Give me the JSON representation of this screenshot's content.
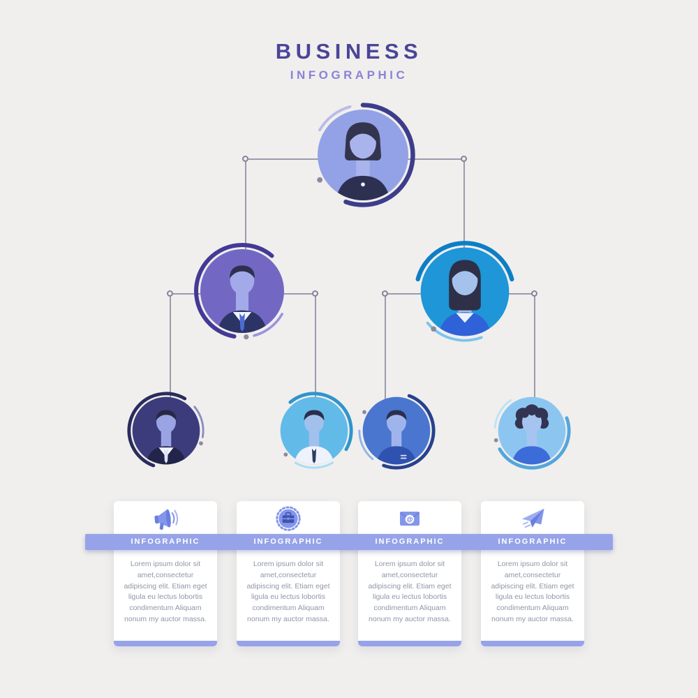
{
  "title": {
    "main": "BUSINESS",
    "sub": "INFOGRAPHIC"
  },
  "colors": {
    "background": "#f0efed",
    "title": "#4a4597",
    "subtitle": "#8a82d8",
    "band": "#97a3e8",
    "connector": "#9b9bae",
    "card_text": "#9096a6"
  },
  "orgchart": {
    "nodes": [
      {
        "role": "level-1-ceo",
        "person": "woman-bob",
        "circle": "#93a2e6",
        "ring": "#3d3d8c",
        "ring2": "#b9bce8",
        "skin": "#aab4ec",
        "hair": "#33344e",
        "shirt": "#2e3052"
      },
      {
        "role": "level-2-left",
        "person": "man-suit",
        "circle": "#7268c4",
        "ring": "#433a96",
        "ring2": "#9a92dc",
        "skin": "#a2aaea",
        "hair": "#2f3050",
        "shirt": "#2c3466",
        "tie": "#4a6cd4"
      },
      {
        "role": "level-2-right",
        "person": "woman-long",
        "circle": "#1e96d8",
        "ring": "#0d7ec6",
        "ring2": "#7cc4ec",
        "skin": "#a4c2ec",
        "hair": "#2e3048",
        "shirt": "#2f62d8"
      },
      {
        "role": "level-3-a",
        "person": "man-suit-dark",
        "circle": "#3c3c7c",
        "ring": "#2b2b5c",
        "ring2": "#8c8cc0",
        "skin": "#9aa4e4",
        "hair": "#272842",
        "shirt": "#23244a",
        "tie": "#dde4f8"
      },
      {
        "role": "level-3-b",
        "person": "man-suit-light",
        "circle": "#62bae8",
        "ring": "#2f95cc",
        "ring2": "#a8dcf4",
        "skin": "#a2c0ec",
        "hair": "#2c2e4c",
        "shirt": "#eef2fa",
        "tie": "#2c3a64"
      },
      {
        "role": "level-3-c",
        "person": "man-plain",
        "circle": "#4a76d0",
        "ring": "#28418e",
        "ring2": "#92b2e8",
        "skin": "#a0b4ec",
        "hair": "#2c2e4c",
        "shirt": "#2f52b0"
      },
      {
        "role": "level-3-d",
        "person": "woman-curly",
        "circle": "#8cc6f0",
        "ring": "#54a6dc",
        "ring2": "#bfe2f6",
        "skin": "#a6c4f0",
        "hair": "#323452",
        "shirt": "#3c6cd8"
      }
    ]
  },
  "cards": [
    {
      "icon": "megaphone-icon",
      "label": "INFOGRAPHIC",
      "body": "Lorem ipsum dolor sit amet,consectetur adipiscing elit. Etiam eget ligula eu lectus lobortis condimentum Aliquam nonum my auctor massa."
    },
    {
      "icon": "briefcase-badge-icon",
      "label": "INFOGRAPHIC",
      "body": "Lorem ipsum dolor sit amet,consectetur adipiscing elit. Etiam eget ligula eu lectus lobortis condimentum Aliquam nonum my auctor massa."
    },
    {
      "icon": "email-icon",
      "label": "INFOGRAPHIC",
      "icon_glyph": "@",
      "body": "Lorem ipsum dolor sit amet,consectetur adipiscing elit. Etiam eget ligula eu lectus lobortis condimentum Aliquam nonum my auctor massa."
    },
    {
      "icon": "paper-plane-icon",
      "label": "INFOGRAPHIC",
      "body": "Lorem ipsum dolor sit amet,consectetur adipiscing elit. Etiam eget ligula eu lectus lobortis condimentum Aliquam nonum my auctor massa."
    }
  ]
}
